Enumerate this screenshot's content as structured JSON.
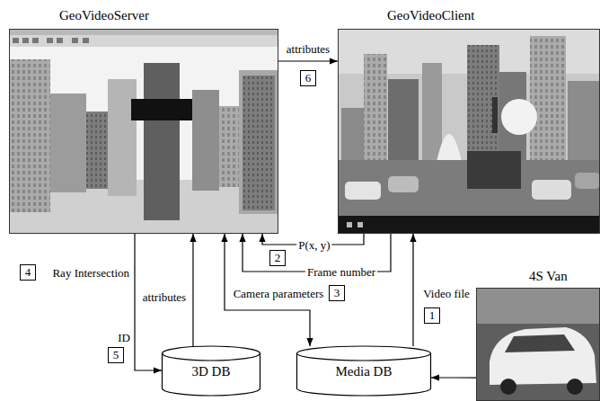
{
  "diagram": {
    "nodes": [
      {
        "text": [
          "GeoVideoServer"
        ]
      },
      {
        "text": [
          "GeoVideoClient"
        ]
      },
      {
        "text": [
          "4S Van"
        ]
      },
      {
        "text": [
          "3D DB"
        ]
      },
      {
        "text": [
          "Media DB"
        ]
      }
    ],
    "edges": [
      {
        "from": 4,
        "to": 1,
        "arrow": "to",
        "label": "Video file"
      },
      {
        "from": 1,
        "to": 0,
        "arrow": "to",
        "label": "P(x, y)"
      },
      {
        "from": 1,
        "to": 0,
        "arrow": "to",
        "label": "Frame number"
      },
      {
        "from": 4,
        "to": 0,
        "arrow": "both",
        "label": "Camera parameters"
      },
      {
        "from": 0,
        "to": 3,
        "arrow": "to",
        "label": "ID"
      },
      {
        "from": 3,
        "to": 0,
        "arrow": "to",
        "label": "attributes"
      },
      {
        "from": 0,
        "to": 1,
        "arrow": "to",
        "label": "attributes"
      },
      {
        "from": 2,
        "to": 4,
        "arrow": "to"
      }
    ],
    "labels": [
      "6",
      "2",
      "3",
      "4",
      "Ray Intersection",
      "5",
      "1"
    ]
  }
}
